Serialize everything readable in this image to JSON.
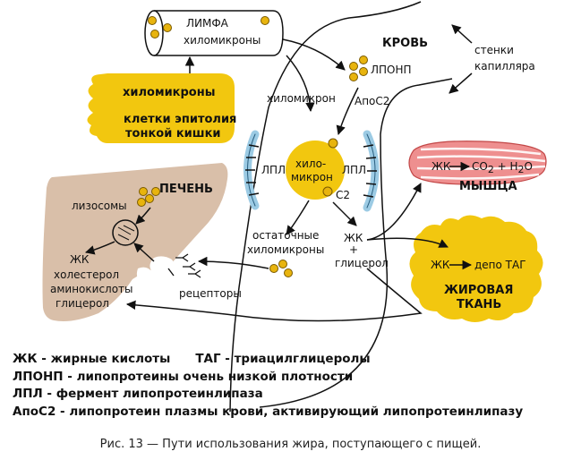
{
  "diagram": {
    "lymph": {
      "title": "ЛИМФА",
      "sub": "хиломикроны"
    },
    "intestine": {
      "chylo": "хиломикроны",
      "cells1": "клетки эпитолия",
      "cells2": "тонкой кишки"
    },
    "blood": "КРОВЬ",
    "walls": {
      "l1": "стенки",
      "l2": "капилляра"
    },
    "vldl": "ЛПОНП",
    "apoc2_top": "АпоС2",
    "chylomicron_arrow": "хиломикрон",
    "center": {
      "l1": "хило-",
      "l2": "микрон",
      "c2": "C2"
    },
    "lpl_left": "ЛПЛ",
    "lpl_right": "ЛПЛ",
    "remnant": {
      "l1": "остаточные",
      "l2": "хиломикроны"
    },
    "fa_glycerol": {
      "l1": "ЖК",
      "l2": "+",
      "l3": "глицерол"
    },
    "liver": {
      "title": "ПЕЧЕНЬ",
      "lysosomes": "лизосомы",
      "l1": "ЖК",
      "l2": "холестерол",
      "l3": "аминокислоты",
      "l4": "глицерол"
    },
    "receptors": "рецепторы",
    "muscle": {
      "fa": "ЖК",
      "co2": "CO",
      "co2_sub": "2",
      "plus": " + H",
      "h2o_sub": "2",
      "o": "O",
      "title": "МЫШЦА"
    },
    "adipose": {
      "fa": "ЖК",
      "tag": "депо ТАГ",
      "t1": "ЖИРОВАЯ",
      "t2": "ТКАНЬ"
    }
  },
  "legend": {
    "fa": "ЖК - жирные кислоты",
    "tag": "ТАГ - триацилглицеролы",
    "vldl": "ЛПОНП - липопротеины очень низкой плотности",
    "lpl": "ЛПЛ - фермент липопротеинлипаза",
    "apoc2": "АпоС2 - липопротеин плазмы крови, активирующий липопротеинлипазу"
  },
  "caption": "Рис. 13  — Пути использования жира, поступающего с пищей.",
  "colors": {
    "yellow": "#f2c70f",
    "dot": "#e8b40e",
    "dot_stroke": "#7a5a00",
    "liver": "#d9bfa9",
    "muscle": "#ee8f8f",
    "lpl": "#9ccbe4"
  }
}
